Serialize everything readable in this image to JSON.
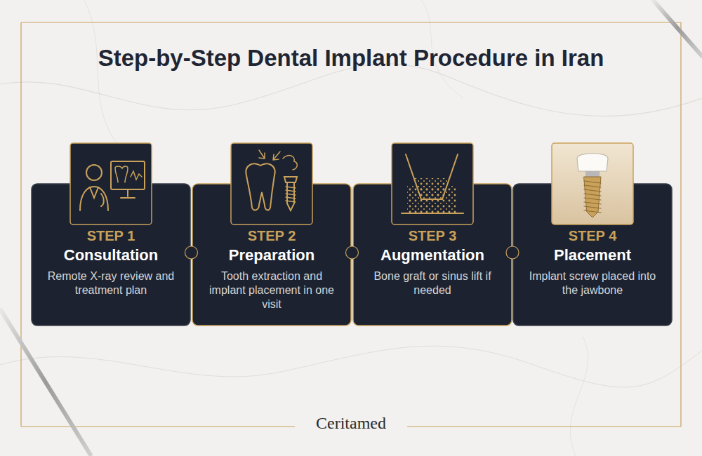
{
  "diagram": {
    "title": "Step-by-Step Dental Implant Procedure in Iran",
    "nodes": [
      {
        "text": [
          "STEP 1",
          "Consultation",
          "Remote X-ray review and treatment plan"
        ]
      },
      {
        "text": [
          "STEP 2",
          "Preparation",
          "Tooth extraction and implant placement in one visit"
        ]
      },
      {
        "text": [
          "STEP 3",
          "Augmentation",
          "Bone graft or sinus lift if needed"
        ]
      },
      {
        "text": [
          "STEP 4",
          "Placement",
          "Implant screw placed into the jawbone"
        ]
      }
    ],
    "labels": [
      "Ceritamed"
    ]
  }
}
